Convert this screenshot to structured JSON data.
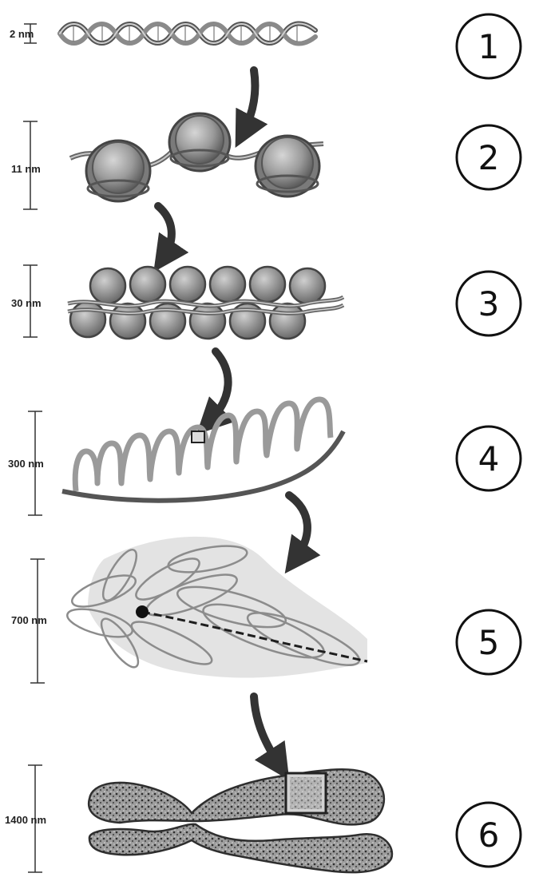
{
  "stages": [
    {
      "id": 1,
      "number": "1",
      "scale": "2 nm"
    },
    {
      "id": 2,
      "number": "2",
      "scale": "11 nm"
    },
    {
      "id": 3,
      "number": "3",
      "scale": "30 nm"
    },
    {
      "id": 4,
      "number": "4",
      "scale": "300 nm"
    },
    {
      "id": 5,
      "number": "5",
      "scale": "700 nm"
    },
    {
      "id": 6,
      "number": "6",
      "scale": "1400 nm"
    }
  ]
}
